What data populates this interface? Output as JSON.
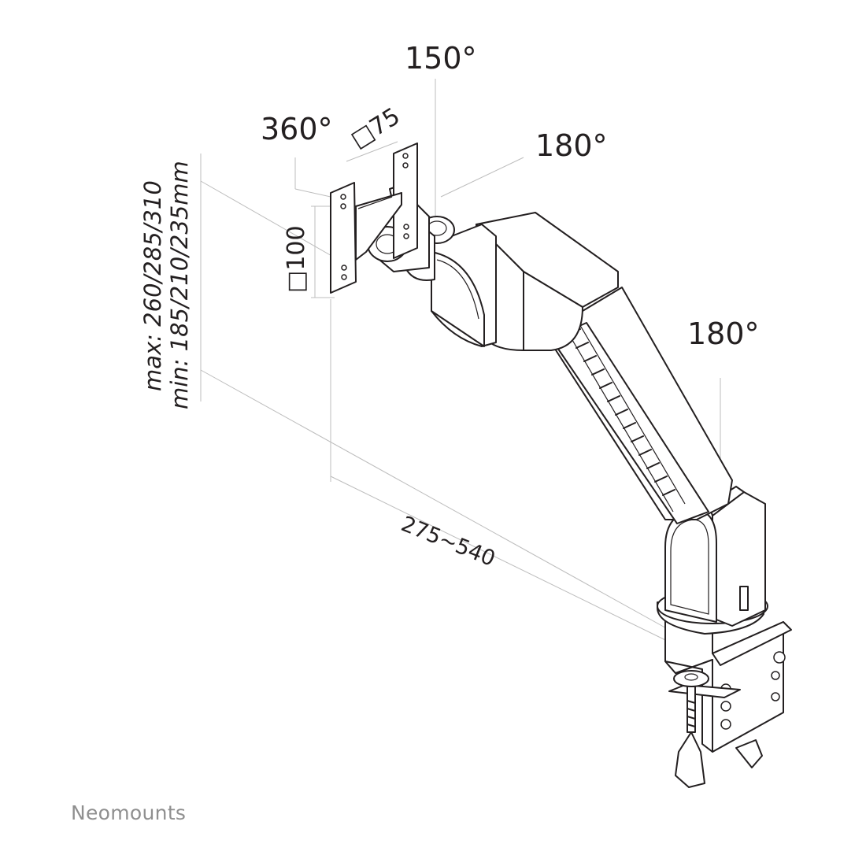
{
  "labels": {
    "rotate_150": "150°",
    "rotate_360": "360°",
    "swivel_180_top": "180°",
    "swivel_180_base": "180°",
    "vesa_75": "□75",
    "vesa_100": "□100",
    "arm_range": "275~540",
    "height_max": "max: 260/285/310",
    "height_min": "min: 185/210/235mm"
  },
  "brand": {
    "logo_text": "Neomounts"
  },
  "colors": {
    "line": "#231f20",
    "dimension_line": "#bdbdbd",
    "logo": "#8f8f8f"
  }
}
